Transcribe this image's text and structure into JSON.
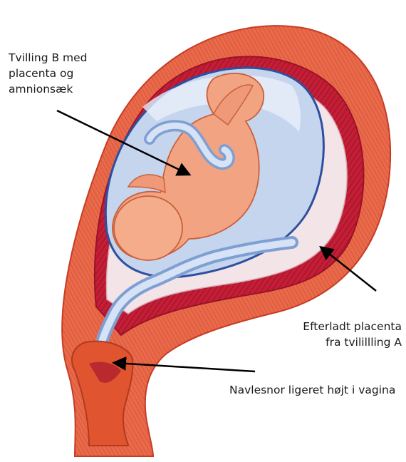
{
  "labels": {
    "twin_b": "Tvilling B med\nplacenta og\namnionsæk",
    "retained_placenta": "Efterladt placenta\nfra tvilillling A",
    "cord": "Navlesnor ligeret højt i vagina"
  },
  "colors": {
    "uterine_wall": "#e35a3c",
    "uterine_inner": "#c8203a",
    "amnion": "#b9cbe8",
    "amnion_outline": "#2e4fa0",
    "fetus": "#f2a482",
    "cord": "#a9c2e6",
    "arrow": "#000000"
  }
}
